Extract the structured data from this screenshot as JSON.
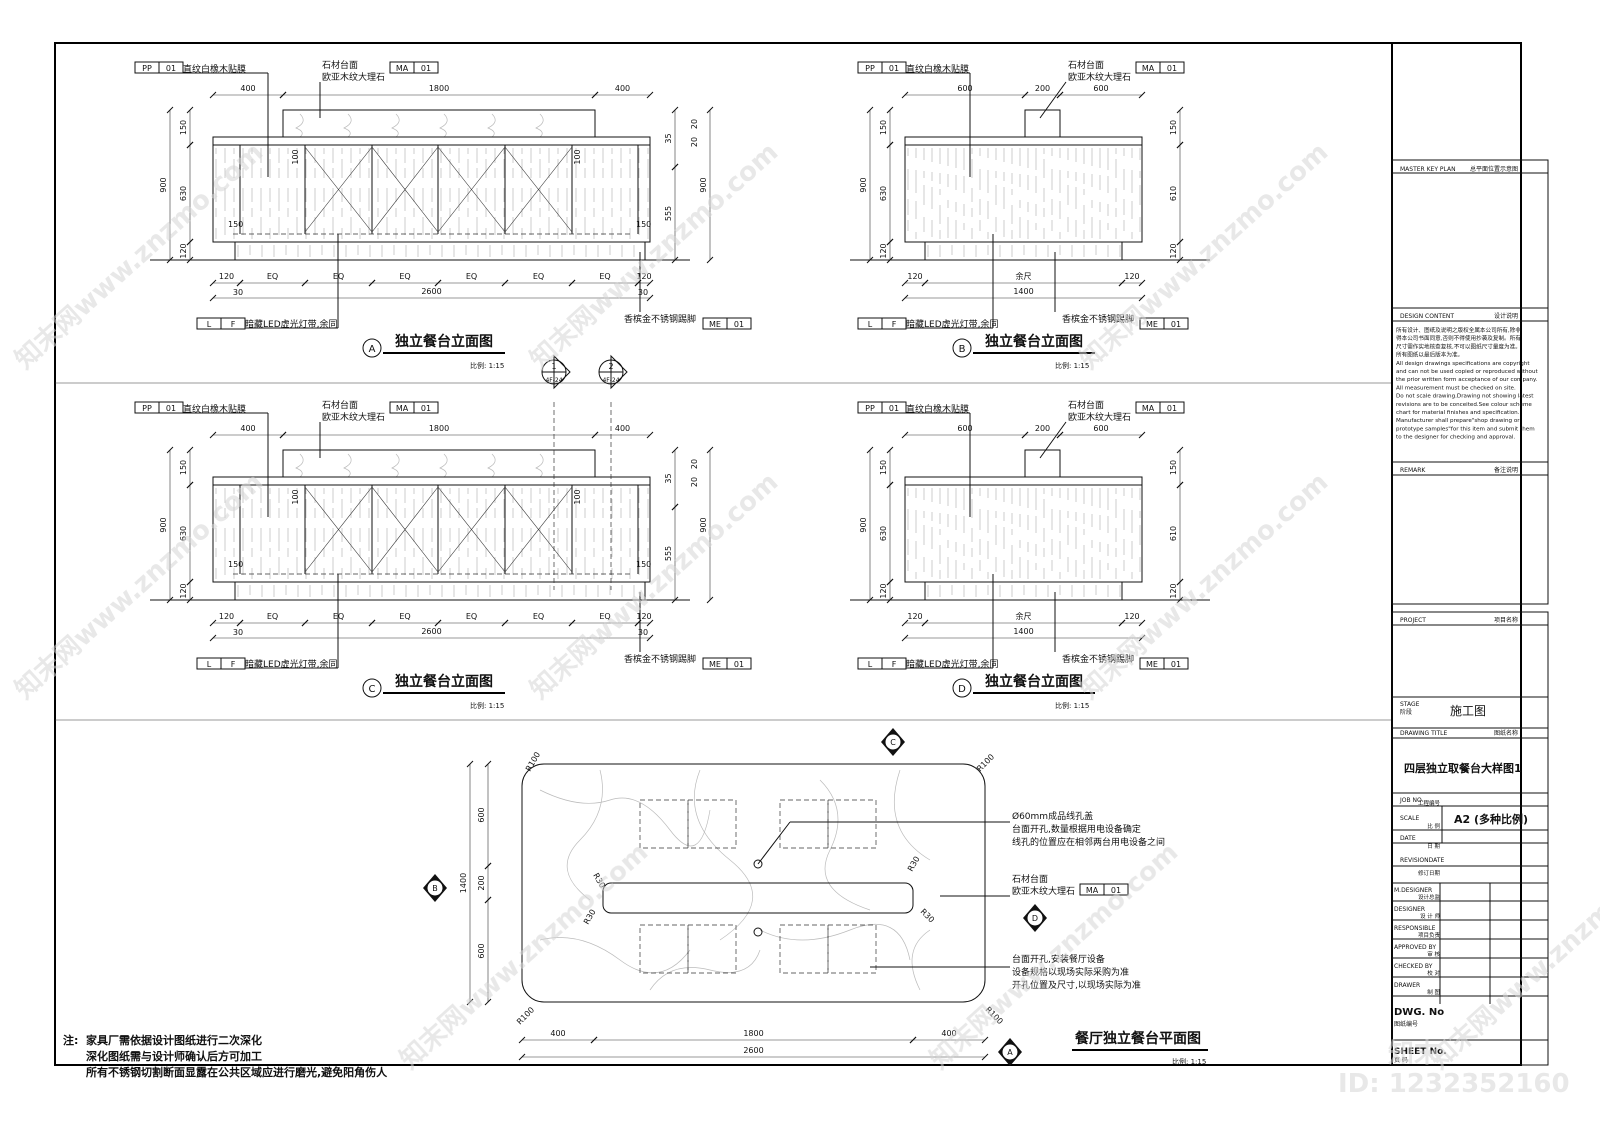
{
  "elevations": [
    {
      "id": "A",
      "title": "独立餐台立面图",
      "scale": "比例: 1:15"
    },
    {
      "id": "B",
      "title": "独立餐台立面图",
      "scale": "比例: 1:15"
    },
    {
      "id": "C",
      "title": "独立餐台立面图",
      "scale": "比例: 1:15"
    },
    {
      "id": "D",
      "title": "独立餐台立面图",
      "scale": "比例: 1:15"
    }
  ],
  "labels": {
    "pp_code": "PP",
    "pp_num": "01",
    "pp_text": "直纹白橡木贴膜",
    "ma_code": "MA",
    "ma_num": "01",
    "stone_top": "石材台面",
    "marble": "欧亚木纹大理石",
    "lf_l": "L",
    "lf_f": "F",
    "led_text": "暗藏LED虚光灯带,余同",
    "me_code": "ME",
    "me_num": "01",
    "kick_text": "香槟金不锈钢踢脚"
  },
  "dims_wide": {
    "top": [
      "400",
      "1800",
      "400"
    ],
    "left_outer": "900",
    "left_parts": [
      "150",
      "630",
      "120"
    ],
    "right_outer": "900",
    "right_parts": [
      "35",
      "555"
    ],
    "right_small": [
      "20",
      "20"
    ],
    "inner": [
      "100",
      "100",
      "150",
      "150"
    ],
    "bottom_parts": [
      "120",
      "EQ",
      "EQ",
      "EQ",
      "EQ",
      "EQ",
      "EQ",
      "120"
    ],
    "bottom_small": [
      "30",
      "30"
    ],
    "bottom_total": "2600"
  },
  "dims_narrow": {
    "top": [
      "600",
      "200",
      "600"
    ],
    "left_outer": "900",
    "left_parts": [
      "150",
      "630",
      "120"
    ],
    "right_parts": [
      "150",
      "610",
      "120"
    ],
    "bottom_parts": [
      "120",
      "余尺",
      "120"
    ],
    "bottom_total": "1400"
  },
  "section_marks": [
    {
      "num": "1",
      "ref": "4F-24"
    },
    {
      "num": "2",
      "ref": "4F-24"
    }
  ],
  "plan": {
    "title": "餐厅独立餐台平面图",
    "scale": "比例: 1:15",
    "markers": {
      "top": "C",
      "left": "B",
      "right": "D",
      "bottom": "A"
    },
    "radius": [
      "R100",
      "R100",
      "R100",
      "R100"
    ],
    "inner_radius": [
      "R30",
      "R30",
      "R30",
      "R30"
    ],
    "dims_left": [
      "600",
      "200",
      "600"
    ],
    "dims_left_total": "1400",
    "dims_bottom": [
      "400",
      "1800",
      "400"
    ],
    "dims_bottom_total": "2600",
    "note1": [
      "Ø60mm成品线孔盖",
      "台面开孔,数量根据用电设备确定",
      "线孔的位置应在相邻两台用电设备之间"
    ],
    "note2": [
      "石材台面",
      "欧亚木纹大理石"
    ],
    "note3": [
      "台面开孔,安装餐厅设备",
      "设备规格以现场实际采购为准",
      "开孔位置及尺寸,以现场实际为准"
    ]
  },
  "general_note": {
    "prefix": "注:",
    "lines": [
      "家具厂需依据设计图纸进行二次深化",
      "深化图纸需与设计师确认后方可加工",
      "所有不锈钢切割断面显露在公共区域应进行磨光,避免阳角伤人"
    ]
  },
  "title_block": {
    "master_key_plan": "MASTER KEY PLAN",
    "master_key_plan_cn": "总平面位置示意图",
    "design_content": "DESIGN CONTENT",
    "design_content_cn": "设计说明",
    "design_text": [
      "所有设计、图纸及说明之版权全属本公司所有,除非",
      "得本公司书面同意,否则不得使用抄袭及复制。所有",
      "尺寸需作实地核查复核,不可以图纸尺寸量度为准。",
      "所有图纸以最后版本为准。",
      "All design drawings specifications are copyright",
      "and can not be used copied or reproduced without",
      "the prior written form acceptance of our company.",
      "All measurement must be checked on site.",
      "Do not scale drawing.Drawing not showing latest",
      "revisions are to be conceited.See colour scheme",
      "chart for material finishes and specification.",
      "Manufacturer shall prepare\"shop drawing or",
      "prototype samples\"for this item and submit them",
      "to the designer for checking and approval."
    ],
    "remark": "REMARK",
    "remark_cn": "备注说明",
    "project": "PROJECT",
    "project_cn": "项目名称",
    "stage": "STAGE",
    "stage_cn": "阶段",
    "stage_value": "施工图",
    "drawing_title": "DRAWING TITLE",
    "drawing_title_cn": "图纸名称",
    "drawing_title_value": "四层独立取餐台大样图1",
    "job_no": "JOB NO.",
    "job_no_cn": "工程编号",
    "scale": "SCALE",
    "scale_cn": "比 例",
    "scale_value": "A2 (多种比例)",
    "date": "DATE",
    "date_cn": "日 期",
    "revision_date": "REVISIONDATE",
    "revision_date_cn": "修订日期",
    "rows": [
      {
        "en": "M.DESIGNER",
        "cn": "设计总监"
      },
      {
        "en": "DESIGNER",
        "cn": "设 计 师"
      },
      {
        "en": "RESPONSIBLE",
        "cn": "项目负责"
      },
      {
        "en": "APPROVED BY",
        "cn": "审 核"
      },
      {
        "en": "CHECKED BY",
        "cn": "校 对"
      },
      {
        "en": "DRAWER",
        "cn": "制 图"
      }
    ],
    "dwg_no": "DWG. No",
    "dwg_no_cn": "图纸编号",
    "sheet_no": "SHEET No.",
    "sheet_no_cn": "页 码"
  },
  "watermark": {
    "text": "www.znzmo.com",
    "brand": "知末网",
    "logo": "知末",
    "id": "ID: 1232352160"
  }
}
